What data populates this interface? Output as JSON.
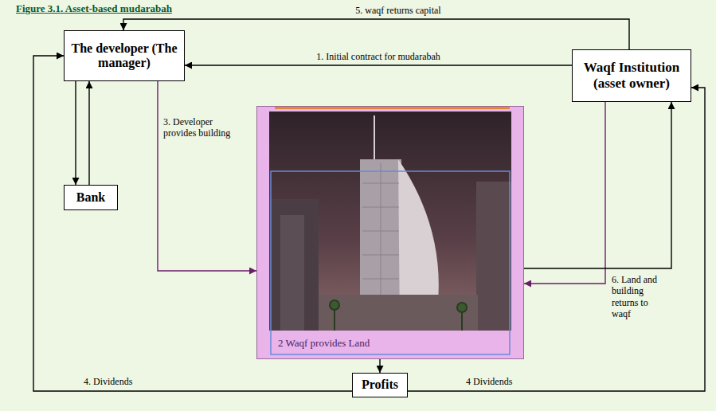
{
  "diagram": {
    "title": "Figure 3.1. Asset-based mudarabah",
    "nodes": [
      {
        "text": [
          "The developer (The manager)"
        ]
      },
      {
        "text": [
          "Waqf Institution (asset owner)"
        ]
      },
      {
        "text": [
          "2 Waqf provides Land"
        ]
      },
      {
        "text": [
          "Bank"
        ]
      },
      {
        "text": [
          "Profits"
        ]
      }
    ],
    "edges": [
      {
        "from": 1,
        "to": 0,
        "label": "1. Initial contract for mudarabah",
        "arrow": "to"
      },
      {
        "from": 1,
        "to": 0,
        "label": "5. waqf returns capital",
        "arrow": "to"
      },
      {
        "from": 0,
        "to": 3,
        "arrow": "to"
      },
      {
        "from": 3,
        "to": 0,
        "arrow": "to"
      },
      {
        "from": 0,
        "to": 2,
        "label": "3. Developer provides building",
        "arrow": "to"
      },
      {
        "from": 1,
        "to": 2,
        "arrow": "to"
      },
      {
        "from": 2,
        "to": 1,
        "label": "6. Land and building returns to waqf",
        "arrow": "to"
      },
      {
        "from": 2,
        "to": 4,
        "arrow": "to"
      },
      {
        "from": 4,
        "to": 0,
        "label": "4. Dividends",
        "arrow": "to"
      },
      {
        "from": 4,
        "to": 1,
        "label": "4 Dividends",
        "arrow": "to"
      }
    ]
  }
}
